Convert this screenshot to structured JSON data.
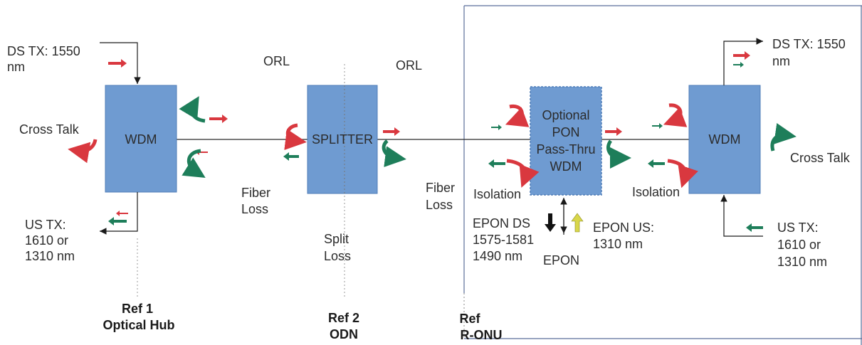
{
  "colors": {
    "box_fill": "#6f9bd1",
    "box_stroke": "#4f7db8",
    "red_arrow": "#d9383f",
    "green_arrow": "#1e7e5a",
    "yellow_arrow": "#d8d64a",
    "frame": "#5a6d9a"
  },
  "hub": {
    "box_label": "WDM",
    "ds_tx": [
      "DS TX: 1550",
      "nm"
    ],
    "crosstalk": "Cross Talk",
    "us_tx": [
      "US TX:",
      "1610 or",
      "1310 nm"
    ],
    "ref": [
      "Ref 1",
      "Optical Hub"
    ]
  },
  "odn": {
    "orl_left": "ORL",
    "orl_right": "ORL",
    "fiber_loss_left": [
      "Fiber",
      "Loss"
    ],
    "fiber_loss_right": [
      "Fiber",
      "Loss"
    ],
    "splitter_label": "SPLITTER",
    "split_loss": [
      "Split",
      "Loss"
    ],
    "ref": [
      "Ref 2",
      "ODN"
    ]
  },
  "onu": {
    "optional_box": [
      "Optional",
      "PON",
      "Pass-Thru",
      "WDM"
    ],
    "isolation_left": "Isolation",
    "isolation_right": "Isolation",
    "epon_ds": [
      "EPON DS",
      "1575-1581",
      "1490 nm"
    ],
    "epon_us": [
      "EPON US:",
      "1310 nm"
    ],
    "epon": "EPON",
    "wdm_label": "WDM",
    "ds_tx": [
      "DS TX: 1550",
      "nm"
    ],
    "crosstalk": "Cross Talk",
    "us_tx": [
      "US TX:",
      "1610 or",
      "1310 nm"
    ],
    "ref": [
      "Ref",
      "R-ONU"
    ]
  }
}
